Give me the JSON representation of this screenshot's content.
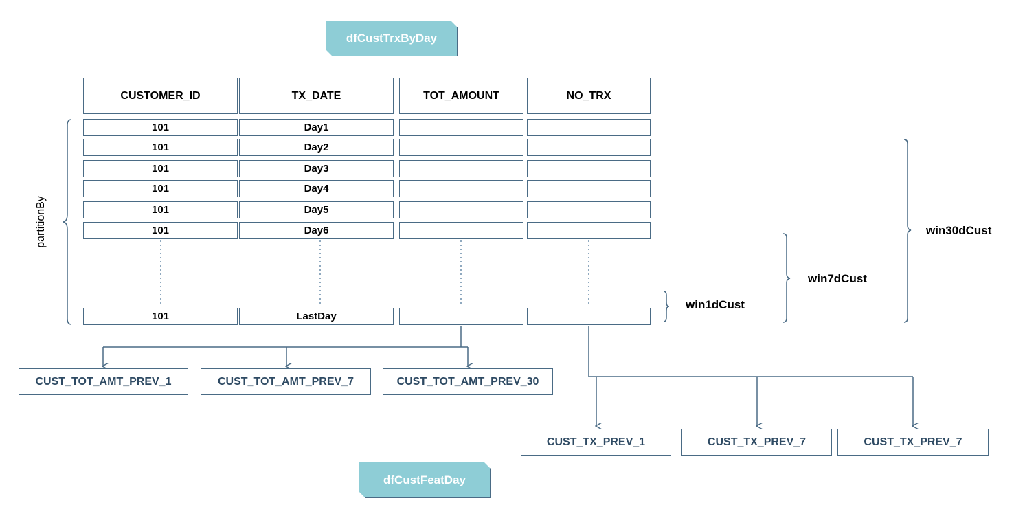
{
  "title_top": "dfCustTrxByDay",
  "title_bottom": "dfCustFeatDay",
  "table": {
    "headers": [
      "CUSTOMER_ID",
      "TX_DATE",
      "TOT_AMOUNT",
      "NO_TRX"
    ],
    "rows": [
      {
        "customer_id": "101",
        "tx_date": "Day1"
      },
      {
        "customer_id": "101",
        "tx_date": "Day2"
      },
      {
        "customer_id": "101",
        "tx_date": "Day3"
      },
      {
        "customer_id": "101",
        "tx_date": "Day4"
      },
      {
        "customer_id": "101",
        "tx_date": "Day5"
      },
      {
        "customer_id": "101",
        "tx_date": "Day6"
      }
    ],
    "last_row": {
      "customer_id": "101",
      "tx_date": "LastDay"
    }
  },
  "partition_label": "partitionBy",
  "windows": {
    "win1d": "win1dCust",
    "win7d": "win7dCust",
    "win30d": "win30dCust"
  },
  "amount_outputs": [
    "CUST_TOT_AMT_PREV_1",
    "CUST_TOT_AMT_PREV_7",
    "CUST_TOT_AMT_PREV_30"
  ],
  "trx_outputs": [
    "CUST_TX_PREV_1",
    "CUST_TX_PREV_7",
    "CUST_TX_PREV_7"
  ],
  "colors": {
    "line": "#4a6b85",
    "tag_fill": "#8ecdd6",
    "output_text": "#2e4a63",
    "dotted": "#8fa9bf"
  }
}
